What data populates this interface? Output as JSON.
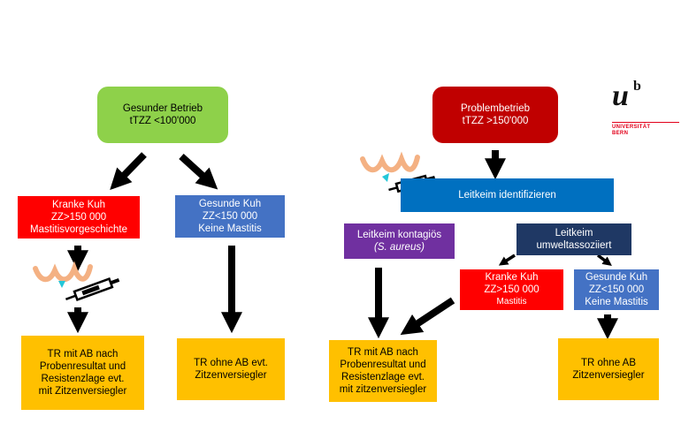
{
  "colors": {
    "green": "#8ed14a",
    "dark_red": "#c00000",
    "red": "#ff0000",
    "blue": "#4472c4",
    "navy": "#1f3864",
    "purple": "#7030a0",
    "yellow": "#ffc000",
    "udder": "#f4b183",
    "syringe_tip": "#23c7d9",
    "logo_red": "#e2001a"
  },
  "logo": {
    "letters": "u",
    "superscript": "b",
    "line1": "UNIVERSITÄT",
    "line2": "BERN"
  },
  "left": {
    "healthy_farm": [
      "Gesunder Betrieb",
      "tTZZ <100'000"
    ],
    "sick_cow": [
      "Kranke Kuh",
      "ZZ>150 000",
      "Mastitisvorgeschichte"
    ],
    "healthy_cow": [
      "Gesunde Kuh",
      "ZZ<150 000",
      "Keine Mastitis"
    ],
    "result_ab": [
      "TR mit AB nach",
      "Probenresultat und",
      "Resistenzlage evt.",
      "mit Zitzenversiegler"
    ],
    "result_no_ab": [
      "TR ohne AB evt.",
      "Zitzenversiegler"
    ]
  },
  "right": {
    "problem_farm": [
      "Problembetrieb",
      "tTZZ >150'000"
    ],
    "identify": "Leitkeim identifizieren",
    "contagious": [
      "Leitkeim kontagiös",
      "(S. aureus)"
    ],
    "environmental": [
      "Leitkeim",
      "umweltassoziiert"
    ],
    "sick_cow": [
      "Kranke Kuh",
      "ZZ>150 000",
      "Mastitis"
    ],
    "healthy_cow": [
      "Gesunde Kuh",
      "ZZ<150 000",
      "Keine Mastitis"
    ],
    "result_ab": [
      "TR mit AB nach",
      "Probenresultat und",
      "Resistenzlage evt.",
      "mit zitzenversiegler"
    ],
    "result_no_ab": [
      "TR ohne AB",
      "Zitzenversiegler"
    ]
  }
}
